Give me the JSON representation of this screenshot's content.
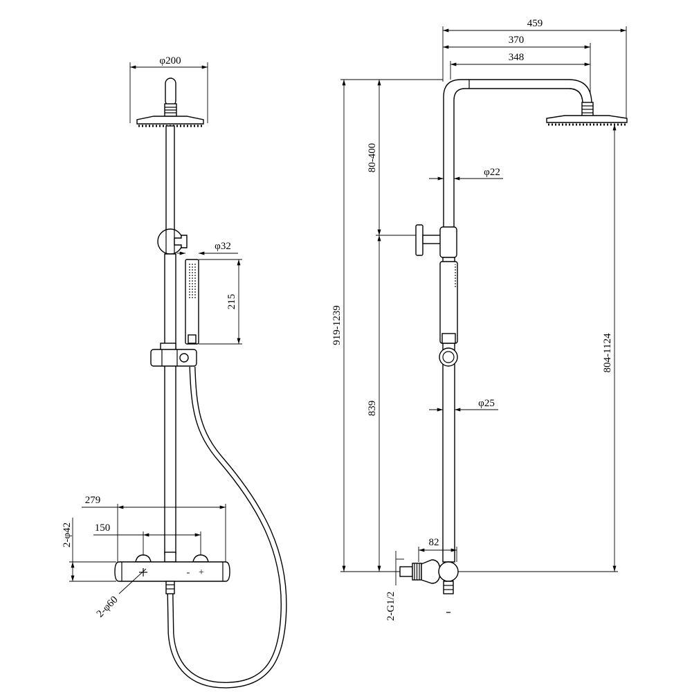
{
  "front_view": {
    "showerhead_diameter": "φ200",
    "handshower_diameter": "φ32",
    "handshower_length": "215",
    "thermostat_width": "279",
    "valve_spacing": "150",
    "inlet_diameter": "2-φ42",
    "knob_diameter": "2-φ60",
    "mark_minus": "-",
    "mark_plus": "+"
  },
  "side_view": {
    "overall_projection": "459",
    "arm_projection": "370",
    "arm_length": "348",
    "bracket_range": "80-400",
    "upper_pipe_diameter": "φ22",
    "total_height_range": "919-1239",
    "bracket_height": "839",
    "lower_pipe_diameter": "φ25",
    "head_height_range": "804-1124",
    "wall_offset": "82",
    "inlet_thread": "2-G1/2"
  }
}
